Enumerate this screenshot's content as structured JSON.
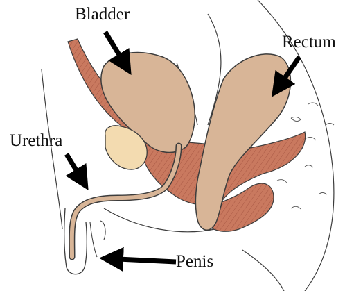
{
  "labels": {
    "bladder": "Bladder",
    "rectum": "Rectum",
    "urethra": "Urethra",
    "penis": "Penis"
  },
  "colors": {
    "organ_fill": "#d8b597",
    "muscle_fill": "#c9795f",
    "muscle_fiber": "#8c3b2c",
    "gland_fill": "#f3dbb0",
    "outline": "#3c3c3c",
    "arrow": "#000000"
  }
}
